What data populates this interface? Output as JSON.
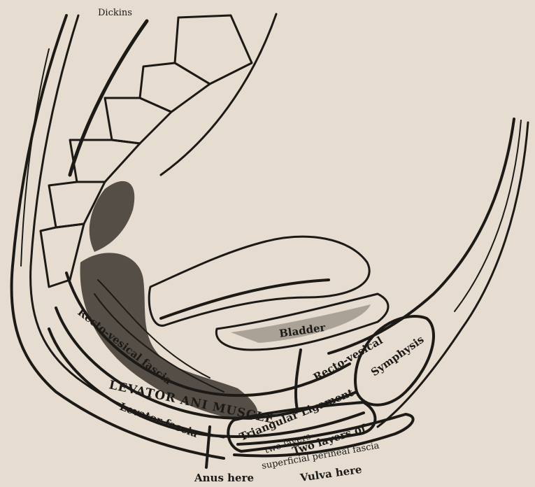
{
  "labels": {
    "dickinson": "Dickins",
    "recto_vesical_fascia": "Recto-vesical fascia",
    "levator_ani_muscle": "LEVATOR ANI MUSCLE",
    "levator_fascia": "Levator fascia",
    "bladder": "Bladder",
    "recto_vesical_right": "Recto-vesical",
    "symphysis": "Symphysis",
    "triangular_ligament": "Triangular Ligament",
    "two_layers": "two layers",
    "two_layers_of": "Two layers of",
    "superficial_perineal_fascia": "superficial perineal fascia",
    "anus_here": "Anus here",
    "vulva_here": "Vulva here"
  },
  "colors": {
    "paper": "#e6ddd0",
    "ink": "#1c1a17",
    "bone_fill": "#cfc5b6",
    "shade": "#3a352f"
  }
}
